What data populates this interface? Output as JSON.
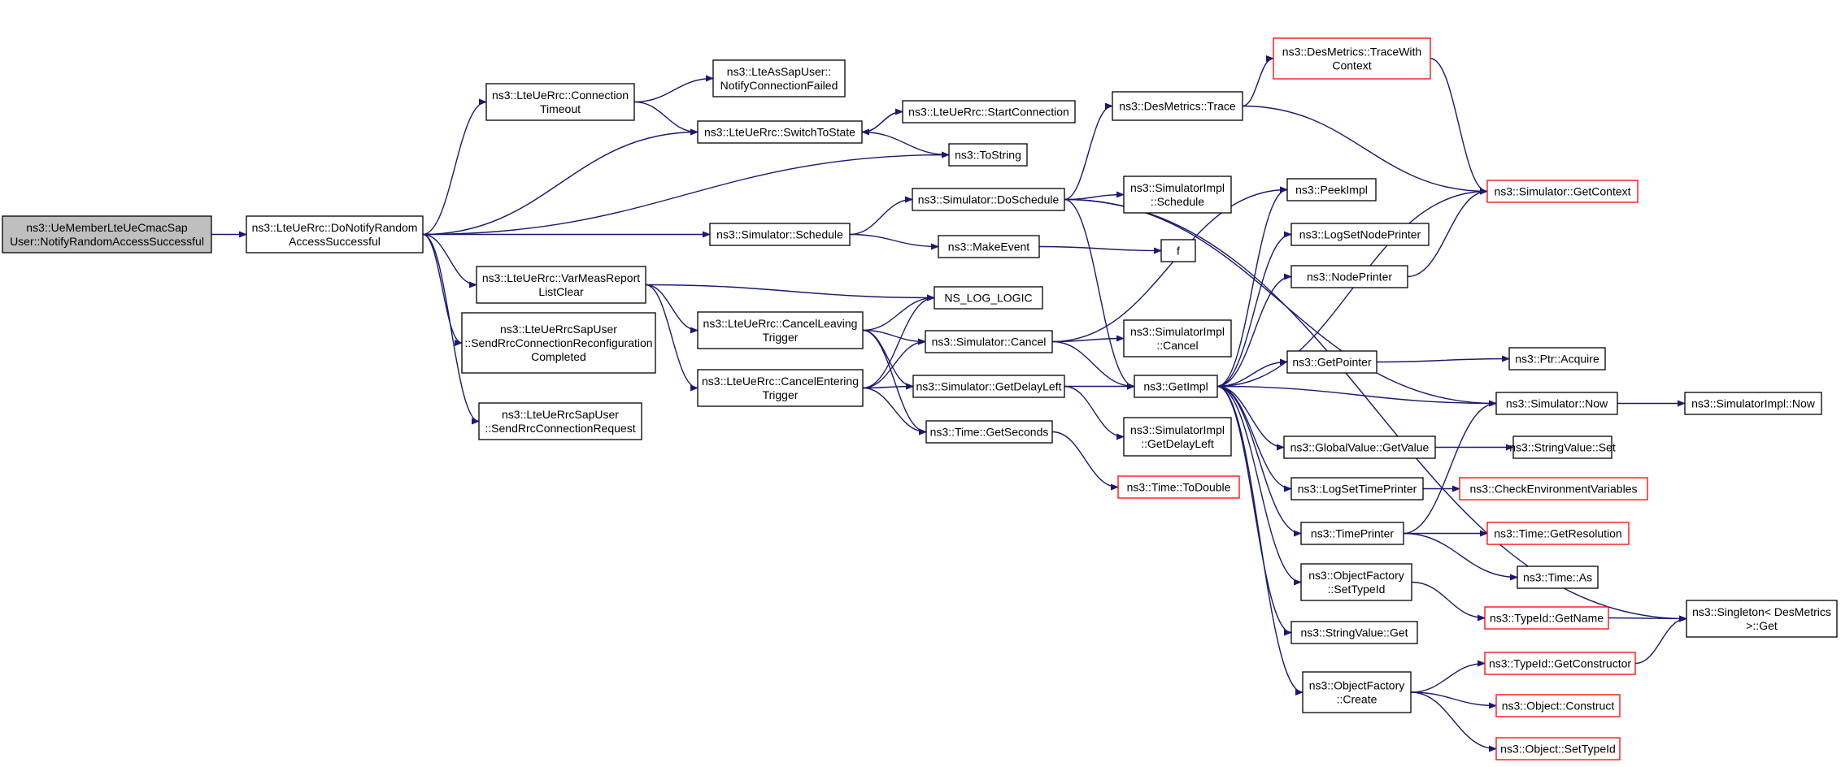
{
  "diagram": {
    "colors": {
      "edge": "#191970",
      "box_border": "#000000",
      "box_border_truncated": "#ff0000",
      "box_fill": "#ffffff",
      "root_fill": "#bfbfbf"
    },
    "nodes": [
      {
        "id": "root",
        "lines": [
          "ns3::UeMemberLteUeCmacSap",
          "User::NotifyRandomAccessSuccessful"
        ],
        "root": true
      },
      {
        "id": "donotify",
        "lines": [
          "ns3::LteUeRrc::DoNotifyRandom",
          "AccessSuccessful"
        ]
      },
      {
        "id": "conntimeout",
        "lines": [
          "ns3::LteUeRrc::Connection",
          "Timeout"
        ]
      },
      {
        "id": "notifyconnfailed",
        "lines": [
          "ns3::LteAsSapUser::",
          "NotifyConnectionFailed"
        ]
      },
      {
        "id": "switchtostate",
        "lines": [
          "ns3::LteUeRrc::SwitchToState"
        ]
      },
      {
        "id": "startconnection",
        "lines": [
          "ns3::LteUeRrc::StartConnection"
        ]
      },
      {
        "id": "tostring",
        "lines": [
          "ns3::ToString"
        ]
      },
      {
        "id": "schedule",
        "lines": [
          "ns3::Simulator::Schedule"
        ]
      },
      {
        "id": "varmeas",
        "lines": [
          "ns3::LteUeRrc::VarMeasReport",
          "ListClear"
        ]
      },
      {
        "id": "sendreconf",
        "lines": [
          "ns3::LteUeRrcSapUser",
          "::SendRrcConnectionReconfiguration",
          "Completed"
        ]
      },
      {
        "id": "sendrequest",
        "lines": [
          "ns3::LteUeRrcSapUser",
          "::SendRrcConnectionRequest"
        ]
      },
      {
        "id": "cancelleaving",
        "lines": [
          "ns3::LteUeRrc::CancelLeaving",
          "Trigger"
        ]
      },
      {
        "id": "cancelentering",
        "lines": [
          "ns3::LteUeRrc::CancelEntering",
          "Trigger"
        ]
      },
      {
        "id": "doschedule",
        "lines": [
          "ns3::Simulator::DoSchedule"
        ]
      },
      {
        "id": "makeevent",
        "lines": [
          "ns3::MakeEvent"
        ]
      },
      {
        "id": "nslog",
        "lines": [
          "NS_LOG_LOGIC"
        ]
      },
      {
        "id": "simcancel",
        "lines": [
          "ns3::Simulator::Cancel"
        ]
      },
      {
        "id": "getdelayleft",
        "lines": [
          "ns3::Simulator::GetDelayLeft"
        ]
      },
      {
        "id": "getseconds",
        "lines": [
          "ns3::Time::GetSeconds"
        ]
      },
      {
        "id": "todouble",
        "lines": [
          "ns3::Time::ToDouble"
        ],
        "truncated": true
      },
      {
        "id": "desmtrace",
        "lines": [
          "ns3::DesMetrics::Trace"
        ]
      },
      {
        "id": "desmtracectx",
        "lines": [
          "ns3::DesMetrics::TraceWith",
          "Context"
        ],
        "truncated": true
      },
      {
        "id": "implschedule",
        "lines": [
          "ns3::SimulatorImpl",
          "::Schedule"
        ]
      },
      {
        "id": "f",
        "lines": [
          "f"
        ]
      },
      {
        "id": "implcancel",
        "lines": [
          "ns3::SimulatorImpl",
          "::Cancel"
        ]
      },
      {
        "id": "getimpl",
        "lines": [
          "ns3::GetImpl"
        ]
      },
      {
        "id": "impldelayleft",
        "lines": [
          "ns3::SimulatorImpl",
          "::GetDelayLeft"
        ]
      },
      {
        "id": "peekimpl",
        "lines": [
          "ns3::PeekImpl"
        ]
      },
      {
        "id": "lognodeprinter",
        "lines": [
          "ns3::LogSetNodePrinter"
        ]
      },
      {
        "id": "nodeprinter",
        "lines": [
          "ns3::NodePrinter"
        ]
      },
      {
        "id": "getpointer",
        "lines": [
          "ns3::GetPointer"
        ]
      },
      {
        "id": "globalvalue",
        "lines": [
          "ns3::GlobalValue::GetValue"
        ]
      },
      {
        "id": "logtimeprinter",
        "lines": [
          "ns3::LogSetTimePrinter"
        ]
      },
      {
        "id": "timeprinter",
        "lines": [
          "ns3::TimePrinter"
        ]
      },
      {
        "id": "ofsettypeid",
        "lines": [
          "ns3::ObjectFactory",
          "::SetTypeId"
        ]
      },
      {
        "id": "stringget",
        "lines": [
          "ns3::StringValue::Get"
        ]
      },
      {
        "id": "ofcreate",
        "lines": [
          "ns3::ObjectFactory",
          "::Create"
        ]
      },
      {
        "id": "getcontext",
        "lines": [
          "ns3::Simulator::GetContext"
        ],
        "truncated": true
      },
      {
        "id": "ptracquire",
        "lines": [
          "ns3::Ptr::Acquire"
        ]
      },
      {
        "id": "simnow",
        "lines": [
          "ns3::Simulator::Now"
        ]
      },
      {
        "id": "stringset",
        "lines": [
          "ns3::StringValue::Set"
        ]
      },
      {
        "id": "checkenv",
        "lines": [
          "ns3::CheckEnvironmentVariables"
        ],
        "truncated": true
      },
      {
        "id": "getresolution",
        "lines": [
          "ns3::Time::GetResolution"
        ],
        "truncated": true
      },
      {
        "id": "timeas",
        "lines": [
          "ns3::Time::As"
        ]
      },
      {
        "id": "getname",
        "lines": [
          "ns3::TypeId::GetName"
        ],
        "truncated": true
      },
      {
        "id": "getconstructor",
        "lines": [
          "ns3::TypeId::GetConstructor"
        ],
        "truncated": true
      },
      {
        "id": "objconstruct",
        "lines": [
          "ns3::Object::Construct"
        ],
        "truncated": true
      },
      {
        "id": "objsettypeid",
        "lines": [
          "ns3::Object::SetTypeId"
        ],
        "truncated": true
      },
      {
        "id": "implnow",
        "lines": [
          "ns3::SimulatorImpl::Now"
        ]
      },
      {
        "id": "singleton",
        "lines": [
          "ns3::Singleton< DesMetrics",
          " >::Get"
        ]
      }
    ],
    "edges": [
      [
        "root",
        "donotify"
      ],
      [
        "donotify",
        "conntimeout"
      ],
      [
        "donotify",
        "switchtostate"
      ],
      [
        "donotify",
        "tostring"
      ],
      [
        "donotify",
        "schedule"
      ],
      [
        "donotify",
        "varmeas"
      ],
      [
        "donotify",
        "sendreconf"
      ],
      [
        "donotify",
        "sendrequest"
      ],
      [
        "conntimeout",
        "notifyconnfailed"
      ],
      [
        "conntimeout",
        "switchtostate"
      ],
      [
        "switchtostate",
        "tostring"
      ],
      [
        "switchtostate",
        "startconnection"
      ],
      [
        "startconnection",
        "switchtostate"
      ],
      [
        "schedule",
        "doschedule"
      ],
      [
        "schedule",
        "makeevent"
      ],
      [
        "makeevent",
        "f"
      ],
      [
        "varmeas",
        "nslog"
      ],
      [
        "varmeas",
        "cancelleaving"
      ],
      [
        "varmeas",
        "cancelentering"
      ],
      [
        "cancelleaving",
        "nslog"
      ],
      [
        "cancelleaving",
        "simcancel"
      ],
      [
        "cancelleaving",
        "getdelayleft"
      ],
      [
        "cancelleaving",
        "getseconds"
      ],
      [
        "cancelentering",
        "nslog"
      ],
      [
        "cancelentering",
        "simcancel"
      ],
      [
        "cancelentering",
        "getdelayleft"
      ],
      [
        "cancelentering",
        "getseconds"
      ],
      [
        "getseconds",
        "todouble"
      ],
      [
        "doschedule",
        "desmtrace"
      ],
      [
        "doschedule",
        "implschedule"
      ],
      [
        "doschedule",
        "getimpl"
      ],
      [
        "doschedule",
        "simnow"
      ],
      [
        "doschedule",
        "singleton"
      ],
      [
        "desmtrace",
        "desmtracectx"
      ],
      [
        "desmtrace",
        "getcontext"
      ],
      [
        "desmtracectx",
        "getcontext"
      ],
      [
        "simcancel",
        "implcancel"
      ],
      [
        "simcancel",
        "getimpl"
      ],
      [
        "simcancel",
        "peekimpl"
      ],
      [
        "getdelayleft",
        "getimpl"
      ],
      [
        "getdelayleft",
        "impldelayleft"
      ],
      [
        "getimpl",
        "peekimpl"
      ],
      [
        "getimpl",
        "lognodeprinter"
      ],
      [
        "getimpl",
        "nodeprinter"
      ],
      [
        "getimpl",
        "getpointer"
      ],
      [
        "getimpl",
        "globalvalue"
      ],
      [
        "getimpl",
        "logtimeprinter"
      ],
      [
        "getimpl",
        "timeprinter"
      ],
      [
        "getimpl",
        "ofsettypeid"
      ],
      [
        "getimpl",
        "stringget"
      ],
      [
        "getimpl",
        "ofcreate"
      ],
      [
        "getcontext",
        "getimpl"
      ],
      [
        "nodeprinter",
        "getcontext"
      ],
      [
        "simnow",
        "getimpl"
      ],
      [
        "getpointer",
        "ptracquire"
      ],
      [
        "timeprinter",
        "simnow"
      ],
      [
        "simnow",
        "implnow"
      ],
      [
        "globalvalue",
        "stringset"
      ],
      [
        "logtimeprinter",
        "checkenv"
      ],
      [
        "timeprinter",
        "getresolution"
      ],
      [
        "timeprinter",
        "timeas"
      ],
      [
        "ofsettypeid",
        "getname"
      ],
      [
        "getname",
        "singleton"
      ],
      [
        "ofcreate",
        "getconstructor"
      ],
      [
        "ofcreate",
        "objconstruct"
      ],
      [
        "ofcreate",
        "objsettypeid"
      ],
      [
        "getconstructor",
        "singleton"
      ]
    ]
  }
}
